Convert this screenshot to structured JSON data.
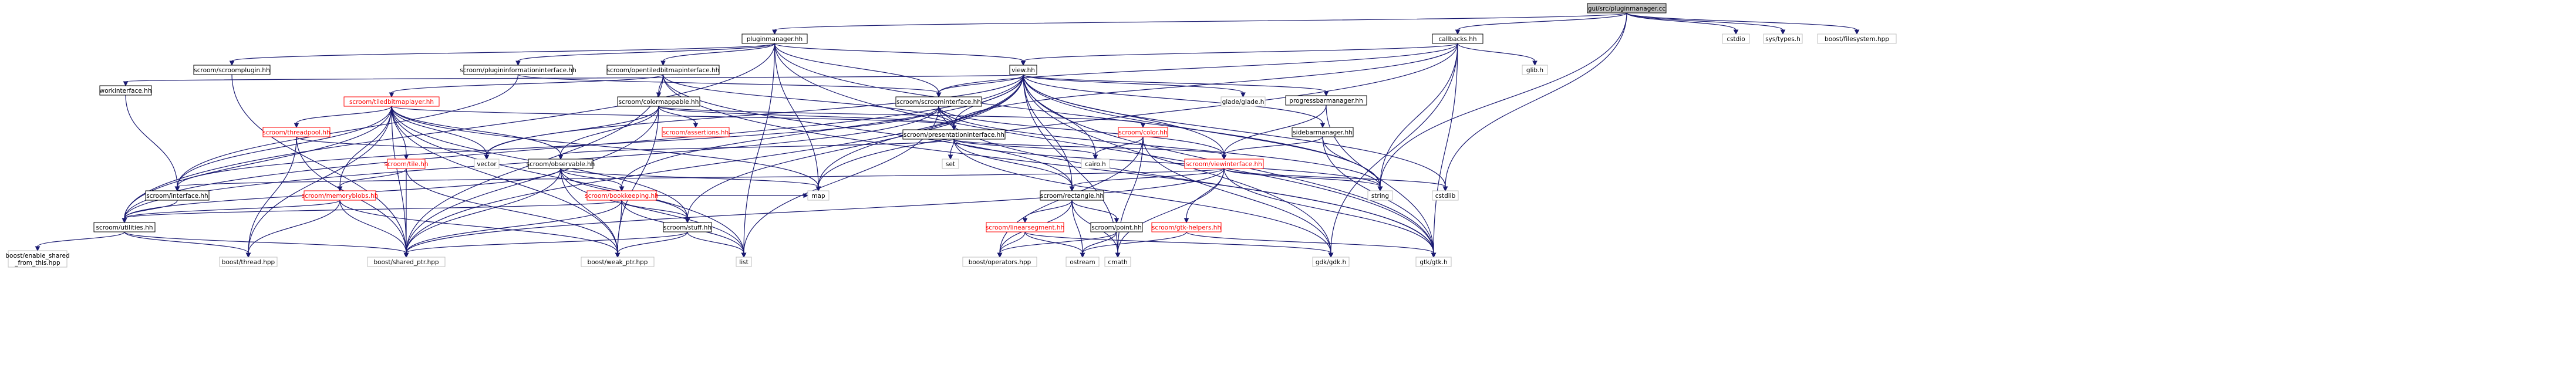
{
  "colors": {
    "edge": "#191970",
    "node_border": "#000000",
    "external_border": "#bfbfbf",
    "incomplete_border": "#ff0000",
    "root_fill": "#bfbfbf"
  },
  "nodes": {
    "root": "gui/src/pluginmanager.cc",
    "pluginmanager_hh": "pluginmanager.hh",
    "callbacks_hh": "callbacks.hh",
    "cstdio": "cstdio",
    "sys_types": "sys/types.h",
    "boost_filesystem": "boost/filesystem.hpp",
    "scroom_plugin": "scroom/scroomplugin.hh",
    "plugininformation": "scroom/plugininformationinterface.hh",
    "opentiled": "scroom/opentiledbitmapinterface.hh",
    "view_hh": "view.hh",
    "glib_h": "glib.h",
    "workinterface": "workinterface.hh",
    "tiledbitmaplayer": "scroom/tiledbitmaplayer.hh",
    "colormappable": "scroom/colormappable.hh",
    "scroominterface": "scroom/scroominterface.hh",
    "glade": "glade/glade.h",
    "progressbarmanager": "progressbarmanager.hh",
    "threadpool": "scroom/threadpool.hh",
    "assertions": "scroom/assertions.hh",
    "presentationinterface": "scroom/presentationinterface.hh",
    "color_hh": "scroom/color.hh",
    "sidebarmanager": "sidebarmanager.hh",
    "tile_hh": "scroom/tile.hh",
    "vector": "vector",
    "observable": "scroom/observable.hh",
    "set": "set",
    "cairo_h": "cairo.h",
    "viewinterface": "scroom/viewinterface.hh",
    "interface_hh": "scroom/interface.hh",
    "memoryblobs": "scroom/memoryblobs.hh",
    "bookkeeping": "scroom/bookkeeping.hh",
    "rectangle": "scroom/rectangle.hh",
    "cstdlib": "cstdlib",
    "string": "string",
    "map": "map",
    "linearsegment": "scroom/linearsegment.hh",
    "point_hh": "scroom/point.hh",
    "gtkhelpers": "scroom/gtk-helpers.hh",
    "utilities": "scroom/utilities.hh",
    "stuff": "scroom/stuff.hh",
    "enable_shared": "boost/enable_shared\n_from_this.hpp",
    "boost_thread": "boost/thread.hpp",
    "shared_ptr": "boost/shared_ptr.hpp",
    "weak_ptr": "boost/weak_ptr.hpp",
    "list": "list",
    "operators": "boost/operators.hpp",
    "ostream": "ostream",
    "cmath": "cmath",
    "gdk_h": "gdk/gdk.h",
    "gtk_h": "gtk/gtk.h"
  }
}
